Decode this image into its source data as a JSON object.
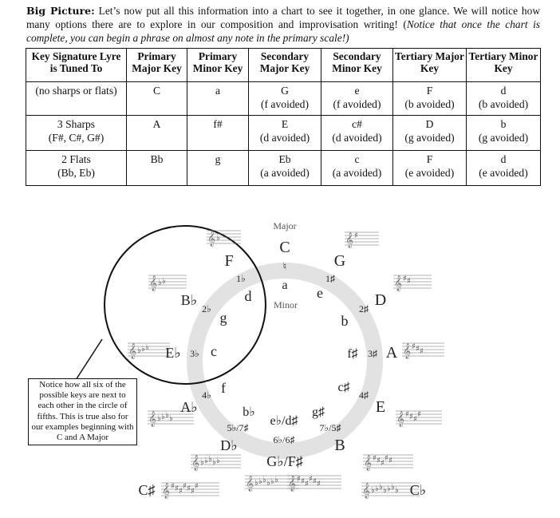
{
  "intro": {
    "label": "Big Picture:",
    "text": " Let’s now put all this information into a chart to see it together, in one glance. We will notice how many options there are to explore in our composition and improvisation writing! (",
    "italic": "Notice that once the chart is complete, you can begin a phrase on almost any note in the primary scale!)"
  },
  "table": {
    "headers": [
      "Key Signature Lyre is Tuned To",
      "Primary Major Key",
      "Primary Minor Key",
      "Secondary Major Key",
      "Secondary Minor Key",
      "Tertiary Major Key",
      "Tertiary Minor Key"
    ],
    "rows": [
      [
        "(no sharps or flats)",
        "C",
        "a",
        "G\n(f avoided)",
        "e\n(f avoided)",
        "F\n(b avoided)",
        "d\n(b avoided)"
      ],
      [
        "3 Sharps\n(F#, C#, G#)",
        "A",
        "f#",
        "E\n(d avoided)",
        "c#\n(d avoided)",
        "D\n(g avoided)",
        "b\n(g avoided)"
      ],
      [
        "2 Flats\n(Bb, Eb)",
        "Bb",
        "g",
        "Eb\n(a avoided)",
        "c\n(a avoided)",
        "F\n(e avoided)",
        "d\n(e avoided)"
      ]
    ]
  },
  "circle": {
    "center_top": "Major",
    "center_natural": "♮",
    "center_minor_note": "a",
    "center_bottom": "Minor",
    "major_top": "C",
    "labels": {
      "F": "F",
      "G": "G",
      "Bb": "B♭",
      "D": "D",
      "Eb": "E♭",
      "A": "A",
      "Ab": "A♭",
      "E": "E",
      "Db": "D♭",
      "B": "B",
      "GbFs": "G♭/F♯",
      "Cs": "C♯",
      "Cb": "C♭",
      "d": "d",
      "e": "e",
      "g": "g",
      "b": "b",
      "c": "c",
      "fs": "f♯",
      "f": "f",
      "cs": "c♯",
      "bb": "b♭",
      "ebds": "e♭/d♯",
      "gs": "g♯",
      "n1b": "1♭",
      "n1s": "1♯",
      "n2b": "2♭",
      "n2s": "2♯",
      "n3b": "3♭",
      "n3s": "3♯",
      "n4b": "4♭",
      "n4s": "4♯",
      "n57b": "5♭/7♯",
      "n75s": "7♭/5♯",
      "n66": "6♭/6♯"
    }
  },
  "note": "Notice how all six of the possible keys are next to each other in the circle of fifths. This is true also for our examples beginning with C and A Major"
}
